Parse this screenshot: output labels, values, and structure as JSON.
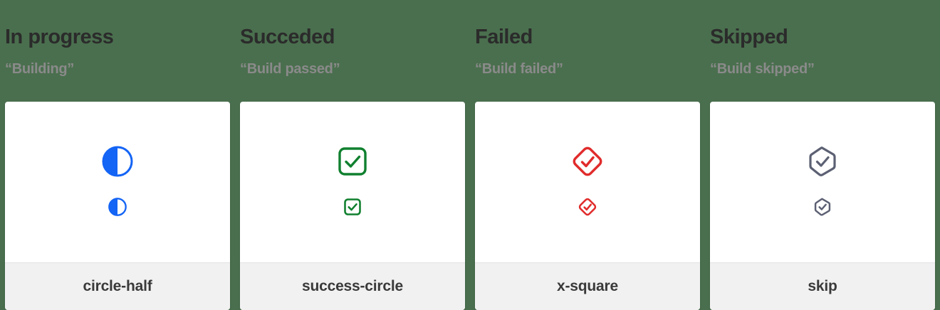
{
  "page": {
    "background_color": "#4a6f4e",
    "card_background": "#ffffff",
    "card_footer_background": "#f1f1f1"
  },
  "columns": [
    {
      "title": "In progress",
      "subtitle": "“Building”",
      "icon_name": "circle-half-icon",
      "icon_label": "circle-half",
      "icon_color": "#1464f5"
    },
    {
      "title": "Succeded",
      "subtitle": "“Build passed”",
      "icon_name": "success-circle-icon",
      "icon_label": "success-circle",
      "icon_color": "#10802f"
    },
    {
      "title": "Failed",
      "subtitle": "“Build failed”",
      "icon_name": "x-square-icon",
      "icon_label": "x-square",
      "icon_color": "#e12b2b"
    },
    {
      "title": "Skipped",
      "subtitle": "“Build skipped”",
      "icon_name": "skip-icon",
      "icon_label": "skip",
      "icon_color": "#5c6073"
    }
  ]
}
